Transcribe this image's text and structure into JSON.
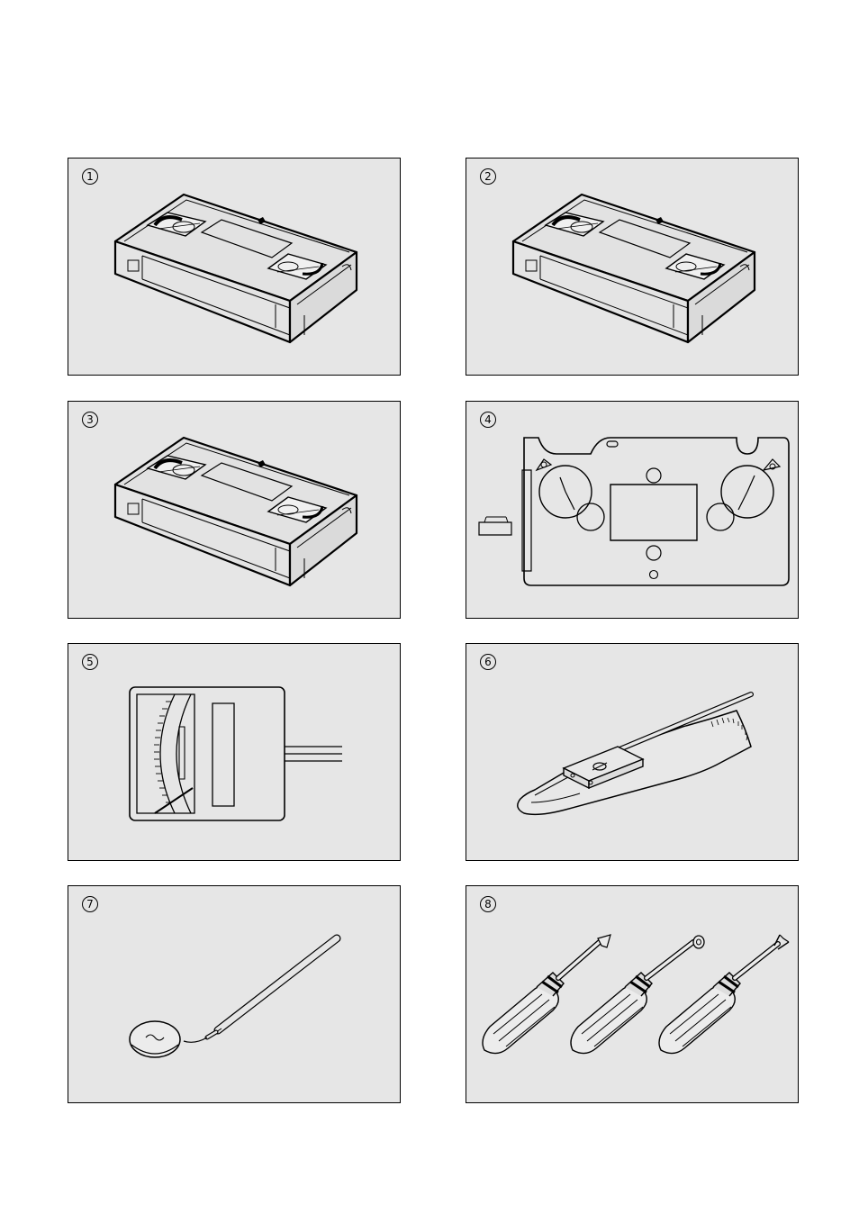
{
  "figures": [
    {
      "number": "1",
      "icon": "vhs-cassette-icon"
    },
    {
      "number": "2",
      "icon": "vhs-cassette-icon"
    },
    {
      "number": "3",
      "icon": "vhs-cassette-icon"
    },
    {
      "number": "4",
      "icon": "gauge-board-icon"
    },
    {
      "number": "5",
      "icon": "meter-icon"
    },
    {
      "number": "6",
      "icon": "tension-gauge-icon"
    },
    {
      "number": "7",
      "icon": "probe-icon"
    },
    {
      "number": "8",
      "icon": "screwdrivers-icon"
    }
  ],
  "colors": {
    "panel_background": "#e6e6e6",
    "line": "#000000",
    "part_fill": "#e6e6e6"
  }
}
